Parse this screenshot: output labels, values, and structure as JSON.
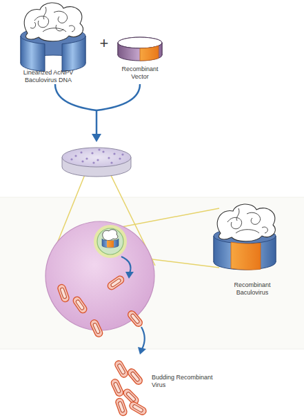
{
  "diagram": {
    "labels": [
      "Linearized AcNPV Baculovirus DNA",
      "+",
      "Recombinant Vector",
      "Recombinant Baculovirus",
      "Budding Recombinant Virus"
    ]
  }
}
